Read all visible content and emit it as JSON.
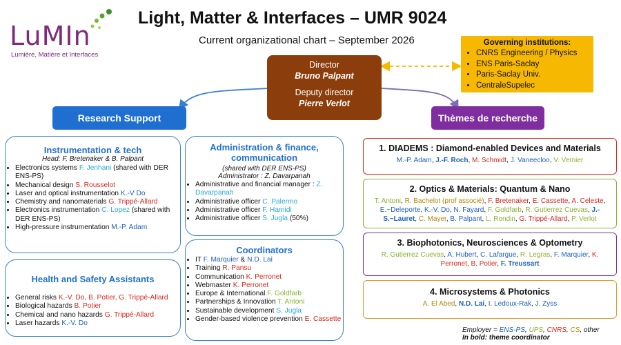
{
  "logo": {
    "word": "LuMIn",
    "tagline": "Lumière, Matière et Interfaces"
  },
  "header": {
    "title": "Light, Matter & Interfaces – UMR 9024",
    "subtitle": "Current organizational chart – September 2026"
  },
  "governing": {
    "heading": "Governing institutions:",
    "items": [
      "CNRS Engineering / Physics",
      "ENS Paris-Saclay",
      "Paris-Saclay Univ.",
      "CentraleSupelec"
    ]
  },
  "director": {
    "director_label": "Director",
    "director_name": "Bruno Palpant",
    "deputy_label": "Deputy director",
    "deputy_name": "Pierre Verlot"
  },
  "research_support": {
    "label": "Research Support"
  },
  "themes_header": {
    "label": "Thèmes de recherche"
  },
  "instrumentation": {
    "title": "Instrumentation & tech",
    "head": "Head: F. Bretenaker & B. Palpant",
    "items": [
      {
        "text": "Electronics systems ",
        "name": "F. Jenhani",
        "rest": " (shared with DER ENS-PS)"
      },
      {
        "text": "Mechanical design ",
        "name": "S. Rousselot",
        "rest": ""
      },
      {
        "text": "Laser and optical instrumentation ",
        "name": "K.-V Do",
        "rest": ""
      },
      {
        "text": "Chemistry and nanomaterials ",
        "name": "G. Trippé-Allard",
        "rest": ""
      },
      {
        "text": "Electronics instrumentation ",
        "name": "C. Lopez",
        "rest": " (shared with DER ENS-PS)"
      },
      {
        "text": "High-pressure instrumentation ",
        "name": "M.-P. Adam",
        "rest": ""
      }
    ]
  },
  "administration": {
    "title": "Administration & finance, communication",
    "shared": "(shared with DER ENS-PS)",
    "admin": "Administrator : Z. Davarpanah",
    "items": [
      {
        "text": "Administrative and financial manager : ",
        "name": "Z. Davarpanah",
        "rest": ""
      },
      {
        "text": "Administrative officer ",
        "name": "C. Palermo",
        "rest": ""
      },
      {
        "text": "Administrative officer ",
        "name": "F. Hamidi",
        "rest": ""
      },
      {
        "text": "Administrative officer ",
        "name": "S. Jugla",
        "rest": " (50%)"
      }
    ]
  },
  "health": {
    "title": "Health and Safety Assistants",
    "items": [
      {
        "text": "General risks ",
        "name": "K.-V. Do, B. Potier, G. Trippé-Allard",
        "rest": ""
      },
      {
        "text": "Biological hazards ",
        "name": "B. Potier",
        "rest": ""
      },
      {
        "text": "Chemical and nano hazards ",
        "name": "G. Trippé-Allard",
        "rest": ""
      },
      {
        "text": "Laser hazards ",
        "name": "K.-V. Do",
        "rest": ""
      }
    ]
  },
  "coordinators": {
    "title": "Coordinators",
    "items": [
      {
        "text": "IT ",
        "name": "F. Marquier",
        "mid": " & ",
        "name2": "N.D. Lai"
      },
      {
        "text": "Training ",
        "name": "R. Pansu",
        "mid": "",
        "name2": ""
      },
      {
        "text": "Communication ",
        "name": "K. Perronet",
        "mid": "",
        "name2": ""
      },
      {
        "text": "Webmaster ",
        "name": "K. Perronet",
        "mid": "",
        "name2": ""
      },
      {
        "text": "Europe & International ",
        "name": "F. Goldfarb",
        "mid": "",
        "name2": ""
      },
      {
        "text": "Partnerships & Innovation ",
        "name": "T. Antoni",
        "mid": "",
        "name2": ""
      },
      {
        "text": "Sustainable development ",
        "name": "S. Jugla",
        "mid": "",
        "name2": ""
      },
      {
        "text": "Gender-based violence prevention ",
        "name": "E. Cassette",
        "mid": "",
        "name2": ""
      }
    ]
  },
  "themes": [
    {
      "title": "1. DIADEMS : Diamond-enabled Devices and Materials",
      "people": [
        "M.-P. Adam",
        "J.-F. Roch",
        "M. Schmidt",
        "J. Vaneecloo",
        "V. Vernier"
      ]
    },
    {
      "title": "2. Optics & Materials: Quantum & Nano",
      "people": [
        "T. Antoni",
        "R. Bachelot (prof associé)",
        "F. Bretenaker",
        "E. Cassette",
        "A. Celeste",
        "E.~Deleporte",
        "K.-V. Do",
        "N. Fayard",
        "F. Goldfarb",
        "R. Gutierrez Cuevas",
        "J.-S.~Lauret",
        "C. Mayer",
        "B. Palpant",
        "L. Rondin",
        "G. Trippé-Allard",
        "P. Verlot"
      ]
    },
    {
      "title": "3. Biophotonics, Neurosciences & Optometry",
      "people": [
        "R. Gutierrez Cuevas",
        "A. Hubert",
        "C. Lafargue",
        "R. Legras",
        "F. Marquier",
        "K. Perronet",
        "B. Potier",
        "F. Treussart"
      ]
    },
    {
      "title": "4. Microsystems & Photonics",
      "people": [
        "A. El Abed",
        "N.D. Lai",
        "I. Ledoux-Rak",
        "J. Zyss"
      ]
    }
  ],
  "legend": {
    "line1_prefix": "Employer = ",
    "employers": [
      "ENS-PS",
      "UPS",
      "CNRS",
      "CS",
      "other"
    ],
    "line2": "In bold: theme coordinator"
  }
}
